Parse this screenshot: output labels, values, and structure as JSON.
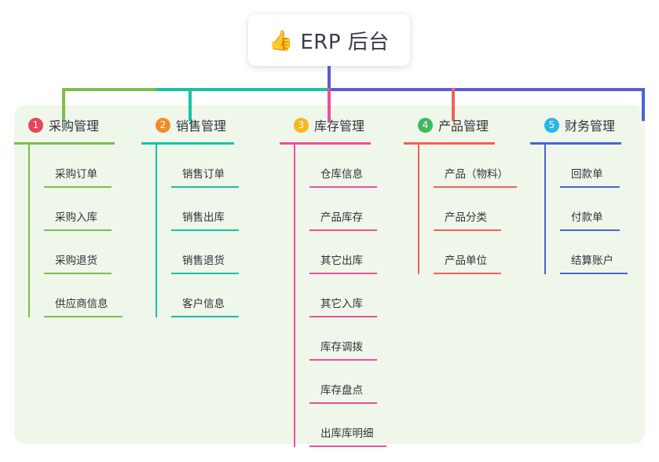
{
  "root": {
    "icon": "thumbs-up-icon",
    "icon_glyph": "👍",
    "title": "ERP 后台"
  },
  "panel": {
    "background_color": "#eef7e9"
  },
  "connectors": {
    "stem_color": "#5b5bd6",
    "bus_segments": [
      {
        "color": "#7dbe4d"
      },
      {
        "color": "#19c1a5"
      },
      {
        "color": "#5b5bd6"
      }
    ]
  },
  "columns": [
    {
      "number": "1",
      "title": "采购管理",
      "badge_color": "#e8445a",
      "rule_color": "#7dbe4d",
      "rule_width": 128,
      "drop_color": "#7dbe4d",
      "items": [
        {
          "label": "采购订单",
          "rule_width": 86
        },
        {
          "label": "采购入库",
          "rule_width": 86
        },
        {
          "label": "采购退货",
          "rule_width": 86
        },
        {
          "label": "供应商信息",
          "rule_width": 100
        }
      ]
    },
    {
      "number": "2",
      "title": "销售管理",
      "badge_color": "#f08c28",
      "rule_color": "#19c1a5",
      "rule_width": 118,
      "drop_color": "#19c1a5",
      "items": [
        {
          "label": "销售订单",
          "rule_width": 86
        },
        {
          "label": "销售出库",
          "rule_width": 86
        },
        {
          "label": "销售退货",
          "rule_width": 86
        },
        {
          "label": "客户信息",
          "rule_width": 86
        }
      ]
    },
    {
      "number": "3",
      "title": "库存管理",
      "badge_color": "#f5b81c",
      "rule_color": "#ed4e9c",
      "rule_width": 116,
      "drop_color": "#ed4e9c",
      "items": [
        {
          "label": "仓库信息",
          "rule_width": 86
        },
        {
          "label": "产品库存",
          "rule_width": 86
        },
        {
          "label": "其它出库",
          "rule_width": 86
        },
        {
          "label": "其它入库",
          "rule_width": 86
        },
        {
          "label": "库存调拨",
          "rule_width": 86
        },
        {
          "label": "库存盘点",
          "rule_width": 86
        },
        {
          "label": "出库库明细",
          "rule_width": 98
        }
      ]
    },
    {
      "number": "4",
      "title": "产品管理",
      "badge_color": "#3fb95d",
      "rule_color": "#f4605a",
      "rule_width": 116,
      "drop_color": "#f4605a",
      "items": [
        {
          "label": "产品（物料）",
          "rule_width": 106
        },
        {
          "label": "产品分类",
          "rule_width": 86
        },
        {
          "label": "产品单位",
          "rule_width": 86
        }
      ]
    },
    {
      "number": "5",
      "title": "财务管理",
      "badge_color": "#29b6e8",
      "rule_color": "#4a63d4",
      "rule_width": 116,
      "drop_color": "#4a63d4",
      "items": [
        {
          "label": "回款单",
          "rule_width": 76
        },
        {
          "label": "付款单",
          "rule_width": 76
        },
        {
          "label": "结算账户",
          "rule_width": 86
        }
      ]
    }
  ]
}
